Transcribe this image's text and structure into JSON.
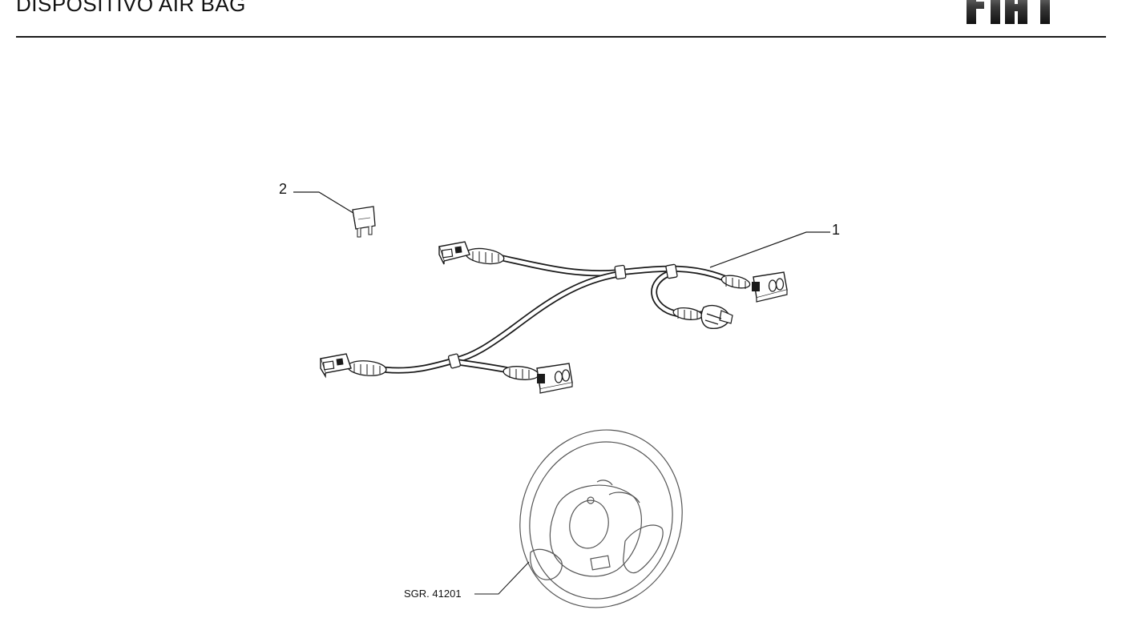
{
  "header": {
    "title": "DISPOSITIVO AIR BAG",
    "brand": "FIAT"
  },
  "diagram": {
    "callouts": [
      {
        "label": "1",
        "part": "wiring-harness"
      },
      {
        "label": "2",
        "part": "fuse"
      }
    ],
    "reference_label": "SGR. 41201"
  },
  "colors": {
    "line": "#1a1a1a",
    "cable": "#2a2a2a",
    "faint": "#555555"
  }
}
